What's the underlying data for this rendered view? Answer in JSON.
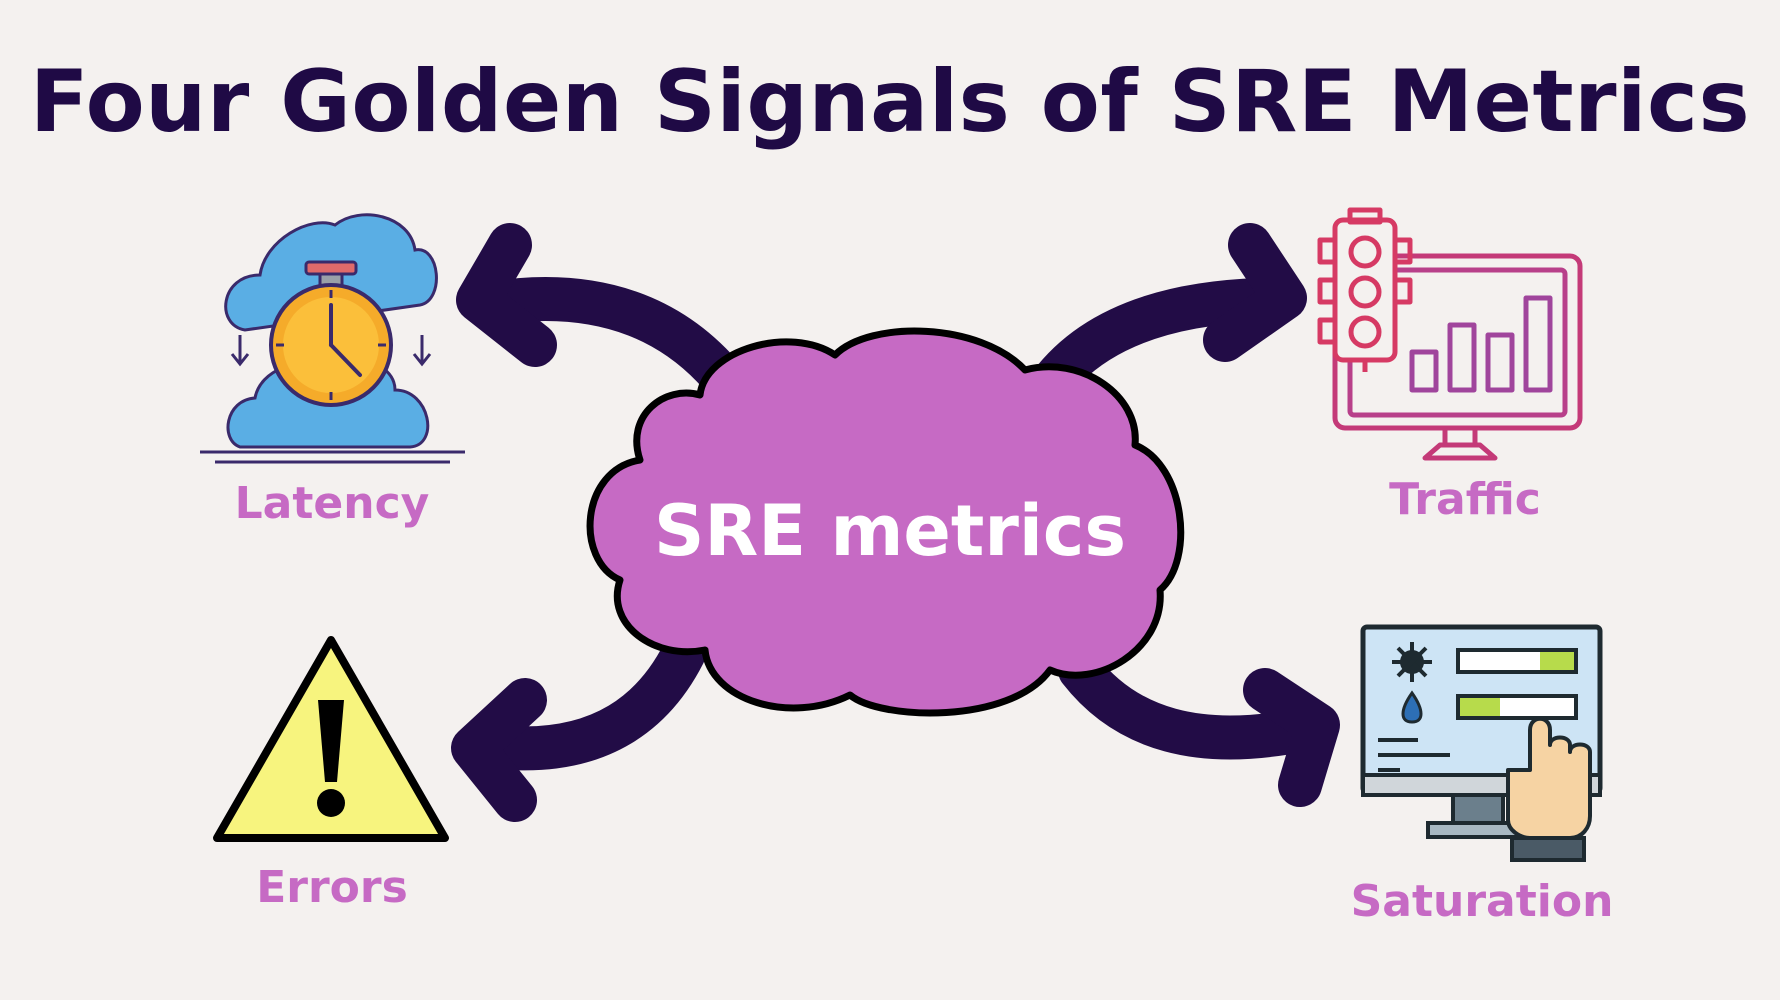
{
  "title": "Four Golden Signals of SRE Metrics",
  "center": {
    "label": "SRE metrics",
    "fill": "#c66ac4"
  },
  "signals": {
    "latency": {
      "label": "Latency",
      "icon": "stopwatch-cloud-icon"
    },
    "traffic": {
      "label": "Traffic",
      "icon": "traffic-light-monitor-icon"
    },
    "errors": {
      "label": "Errors",
      "icon": "warning-triangle-icon"
    },
    "saturation": {
      "label": "Saturation",
      "icon": "dashboard-monitor-hand-icon"
    }
  },
  "colors": {
    "title": "#1f0a45",
    "arrow": "#220c46",
    "label": "#c66ac4",
    "background": "#f4f1ef"
  }
}
